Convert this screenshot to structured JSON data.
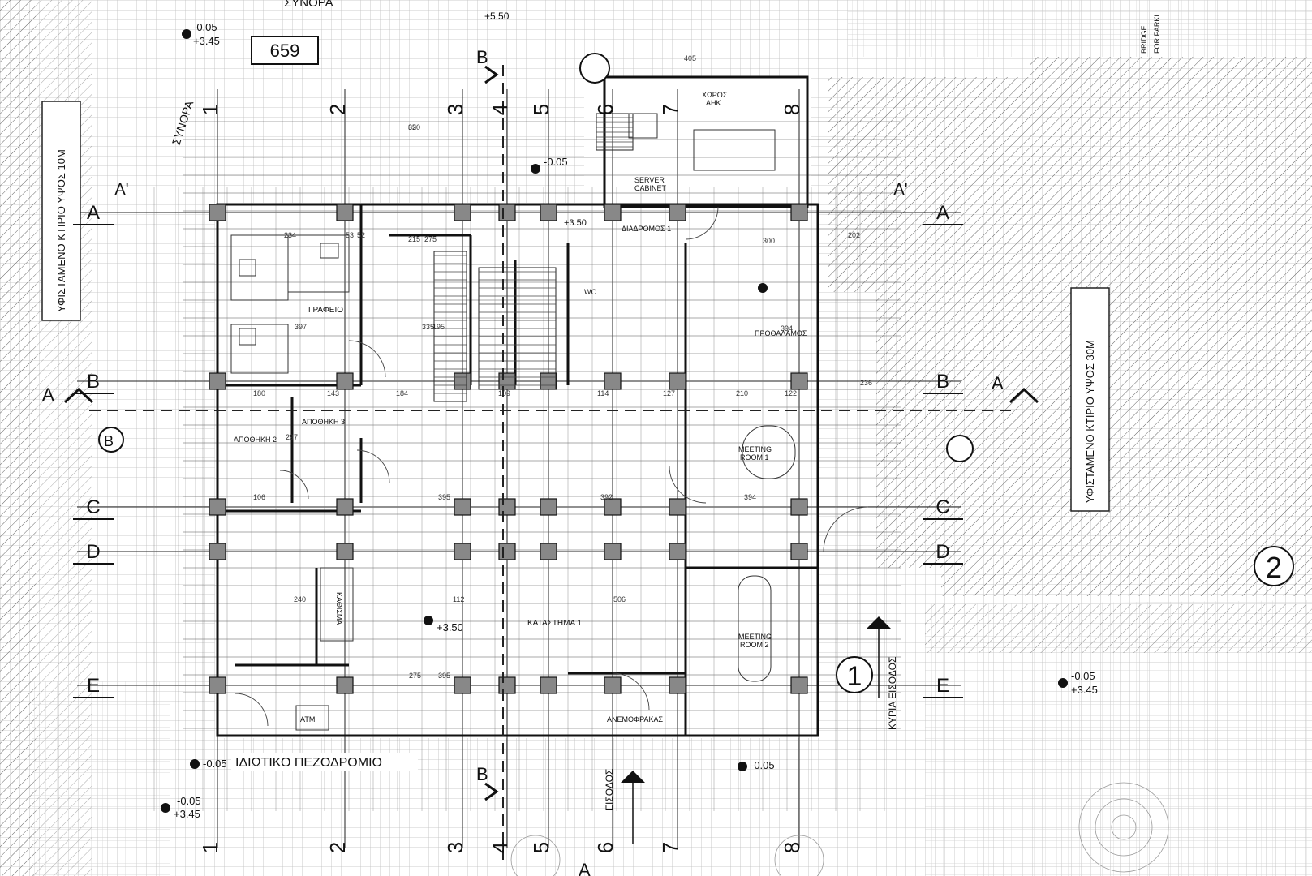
{
  "sheet": {
    "plot_number": "659",
    "boundary_label": "ΣΥΝΟΡΑ",
    "top_level": "+5.50",
    "street_label": "ΙΔΙΩΤΙΚΟ ΠΕΖΟΔΡΟΜΙΟ",
    "bridge_label_1": "BRIDGE",
    "bridge_label_2": "FOR PARKI",
    "existing_left": "ΥΦΙΣΤΑΜΕΝΟ ΚΤΙΡΙΟ ΥΨΟΣ 10Μ",
    "existing_right": "ΥΦΙΣΤΑΜΕΝΟ ΚΤΙΡΙΟ ΥΨΟΣ 30Μ",
    "main_entrance": "ΚΥΡΙΑ ΕΙΣΟΔΟΣ",
    "entrance": "ΕΙΣΟΔΟΣ",
    "big_marker_1": "1",
    "big_marker_2": "2"
  },
  "grid": {
    "vertical": [
      "1",
      "2",
      "3",
      "4",
      "5",
      "6",
      "7",
      "8"
    ],
    "horizontal": [
      "A",
      "B",
      "C",
      "D",
      "E"
    ],
    "primes": [
      "A'",
      "A'"
    ]
  },
  "sections": {
    "b": "B",
    "a": "A"
  },
  "levels": {
    "l1": "-0.05",
    "l1b": "+3.45",
    "l2": "-0.05",
    "l3": "-0.05",
    "l3b": "+3.45",
    "l4": "-0.05",
    "l4b": "+3.45",
    "l5": "-0.05",
    "l6": "+3.50",
    "l7": "+3.50",
    "l8": "-0.05"
  },
  "rooms": {
    "office": "ΓΡΑΦΕΙΟ",
    "storage2": "ΑΠΟΘΗΚΗ 2",
    "storage3": "ΑΠΟΘΗΚΗ 3",
    "wc": "WC",
    "corridor": "ΔΙΑΔΡΟΜΟΣ 1",
    "lobby": "ΠΡΟΘΑΛΑΜΟΣ",
    "shop": "ΚΑΤΑΣΤΗΜΑ 1",
    "meeting1_a": "MEETING",
    "meeting1_b": "ROOM 1",
    "meeting2_a": "MEETING",
    "meeting2_b": "ROOM 2",
    "windlobby": "ΑΝΕΜΟΦΡΑΚΑΣ",
    "atm": "ATM",
    "ahk_a": "ΧΩΡΟΣ",
    "ahk_b": "ΑΗΚ",
    "server_a": "SERVER",
    "server_b": "CABINET",
    "seating": "ΚΑΘΙΣΜΑ"
  },
  "dims": [
    "405",
    "320",
    "300",
    "234",
    "53",
    "52",
    "275",
    "215",
    "397",
    "195",
    "335",
    "180",
    "143",
    "184",
    "109",
    "114",
    "127",
    "210",
    "122",
    "395",
    "392",
    "394",
    "106",
    "112",
    "506",
    "394",
    "202",
    "236",
    "297",
    "240",
    "395",
    "275",
    "65"
  ]
}
